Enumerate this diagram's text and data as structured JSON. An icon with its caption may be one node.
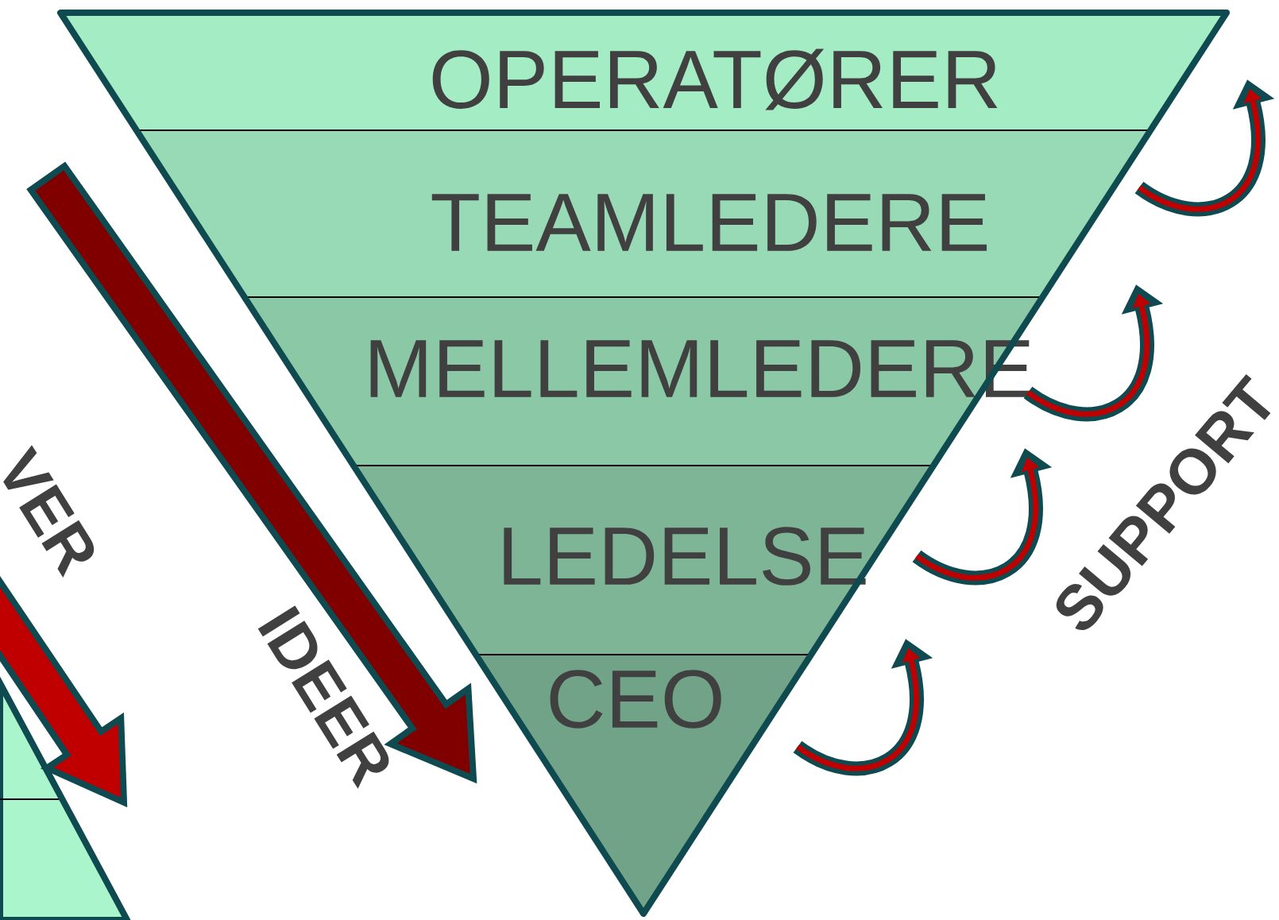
{
  "diagram": {
    "nodes": [
      {
        "text": [
          "OPERATØRER"
        ]
      },
      {
        "text": [
          "TEAMLEDERE"
        ]
      },
      {
        "text": [
          "MELLEMLEDERE"
        ]
      },
      {
        "text": [
          "LEDELSE"
        ]
      },
      {
        "text": [
          "CEO"
        ]
      }
    ],
    "labels": [
      "VER",
      "IDEER",
      "SUPPORT"
    ]
  }
}
